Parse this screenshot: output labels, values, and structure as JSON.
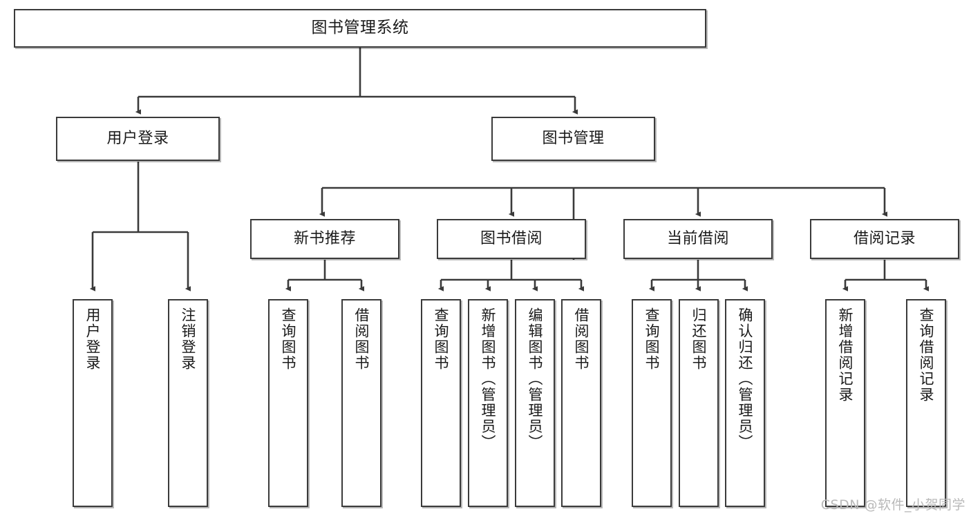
{
  "diagram": {
    "title": "图书管理系统",
    "type": "tree",
    "watermark": "CSDN @软件_小贺同学",
    "colors": {
      "box_border": "#3a3a3a",
      "box_fill": "#ffffff",
      "edge": "#3a3a3a",
      "text": "#1a1a1a",
      "watermark": "#b9b9b9"
    },
    "root": {
      "id": "root",
      "label": "图书管理系统"
    },
    "level1": [
      {
        "id": "user-login",
        "label": "用户登录"
      },
      {
        "id": "book-management",
        "label": "图书管理"
      }
    ],
    "level2": [
      {
        "id": "new-book-recommend",
        "label": "新书推荐",
        "parent": "book-management"
      },
      {
        "id": "book-borrow",
        "label": "图书借阅",
        "parent": "book-management"
      },
      {
        "id": "current-borrow",
        "label": "当前借阅",
        "parent": "book-management"
      },
      {
        "id": "borrow-record",
        "label": "借阅记录",
        "parent": "book-management"
      }
    ],
    "leaves": {
      "user-login": [
        {
          "id": "leaf-user-login",
          "label": "用户登录"
        },
        {
          "id": "leaf-logout",
          "label": "注销登录"
        }
      ],
      "new-book-recommend": [
        {
          "id": "leaf-query-book-1",
          "label": "查询图书"
        },
        {
          "id": "leaf-borrow-book-1",
          "label": "借阅图书"
        }
      ],
      "book-borrow": [
        {
          "id": "leaf-query-book-2",
          "label": "查询图书"
        },
        {
          "id": "leaf-add-book",
          "label": "新增图书（管理员）"
        },
        {
          "id": "leaf-edit-book",
          "label": "编辑图书（管理员）"
        },
        {
          "id": "leaf-borrow-book-2",
          "label": "借阅图书"
        }
      ],
      "current-borrow": [
        {
          "id": "leaf-query-book-3",
          "label": "查询图书"
        },
        {
          "id": "leaf-return-book",
          "label": "归还图书"
        },
        {
          "id": "leaf-confirm-return",
          "label": "确认归还（管理员）"
        }
      ],
      "borrow-record": [
        {
          "id": "leaf-add-record",
          "label": "新增借阅记录"
        },
        {
          "id": "leaf-query-record",
          "label": "查询借阅记录"
        }
      ]
    }
  }
}
